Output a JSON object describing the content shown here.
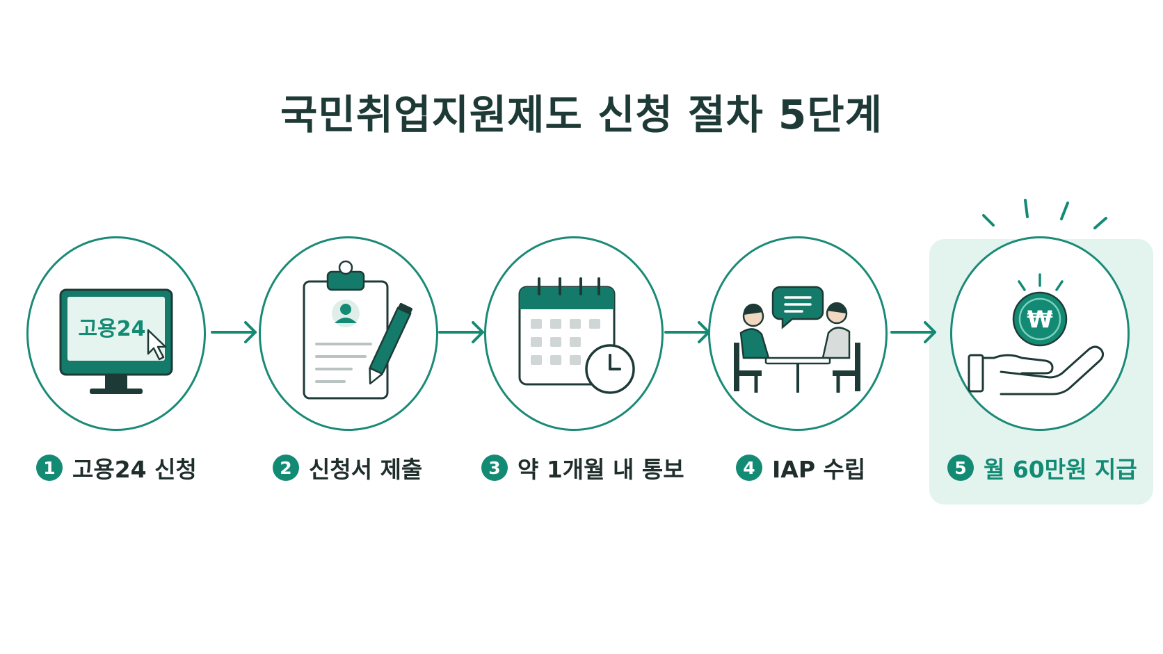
{
  "title": "국민취업지원제도 신청 절차 5단계",
  "colors": {
    "accent": "#138a74",
    "dark": "#1e3a36",
    "highlight_bg": "#e3f4ee"
  },
  "steps": [
    {
      "number": "1",
      "label": "고용24 신청",
      "icon": "computer-monitor-icon",
      "screen_text": "고용24"
    },
    {
      "number": "2",
      "label": "신청서 제출",
      "icon": "clipboard-form-icon"
    },
    {
      "number": "3",
      "label": "약 1개월 내 통보",
      "icon": "calendar-clock-icon"
    },
    {
      "number": "4",
      "label": "IAP 수립",
      "icon": "consultation-meeting-icon"
    },
    {
      "number": "5",
      "label": "월 60만원 지급",
      "icon": "hand-won-coin-icon",
      "coin_symbol": "₩",
      "highlighted": true
    }
  ]
}
